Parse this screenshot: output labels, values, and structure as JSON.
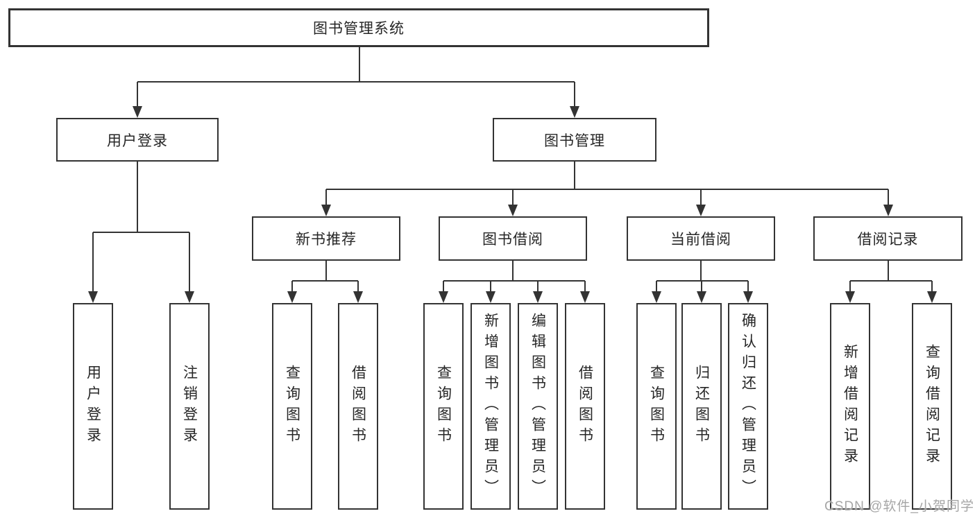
{
  "tree": {
    "root": "图书管理系统",
    "children": [
      {
        "label": "用户登录",
        "children": [
          "用户登录",
          "注销登录"
        ]
      },
      {
        "label": "图书管理",
        "children": [
          {
            "label": "新书推荐",
            "children": [
              "查询图书",
              "借阅图书"
            ]
          },
          {
            "label": "图书借阅",
            "children": [
              "查询图书",
              "新增图书（管理员）",
              "编辑图书（管理员）",
              "借阅图书"
            ]
          },
          {
            "label": "当前借阅",
            "children": [
              "查询图书",
              "归还图书",
              "确认归还（管理员）"
            ]
          },
          {
            "label": "借阅记录",
            "children": [
              "新增借阅记录",
              "查询借阅记录"
            ]
          }
        ]
      }
    ]
  },
  "colors": {
    "line": "#333333",
    "box_border": "#333333",
    "text": "#262626",
    "background": "#ffffff",
    "watermark": "#a6a6a6"
  },
  "watermark": {
    "text": "CSDN @软件_小贺同学"
  }
}
